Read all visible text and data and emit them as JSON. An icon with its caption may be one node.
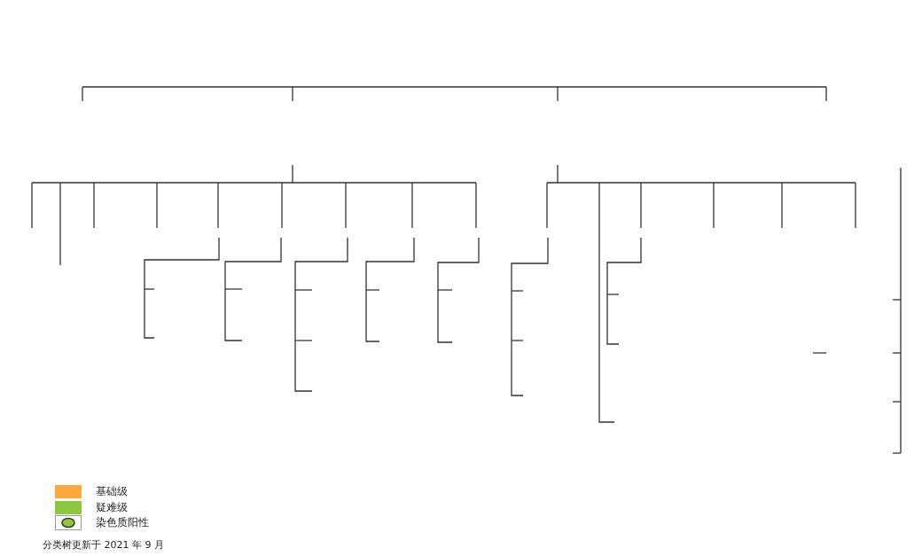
{
  "diagram": {
    "caption": "分类树更新于 2021 年 9 月",
    "legend": [
      {
        "text": "基础级",
        "color": "#f9a93c"
      },
      {
        "text": "疑难级",
        "color": "#8dc63f"
      },
      {
        "text": "染色质阳性"
      }
    ]
  }
}
